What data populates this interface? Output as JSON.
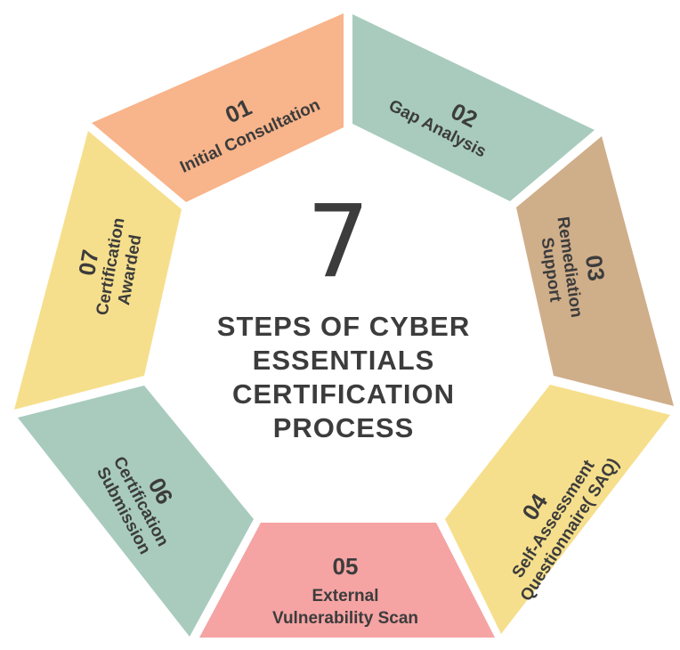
{
  "center": {
    "number": "7",
    "title_lines": [
      "STEPS OF CYBER",
      "ESSENTIALS",
      "CERTIFICATION",
      "PROCESS"
    ]
  },
  "steps": [
    {
      "number": "01",
      "lines": [
        "Initial Consultation"
      ],
      "color": "#F8B48A"
    },
    {
      "number": "02",
      "lines": [
        "Gap Analysis"
      ],
      "color": "#A8CBBE"
    },
    {
      "number": "03",
      "lines": [
        "Remediation",
        "Support"
      ],
      "color": "#CFAE8A"
    },
    {
      "number": "04",
      "lines": [
        "Self-Assessment",
        "Questionnaire( SAQ)"
      ],
      "color": "#F6DF8C"
    },
    {
      "number": "05",
      "lines": [
        "External",
        "Vulnerability Scan"
      ],
      "color": "#F5A3A3"
    },
    {
      "number": "06",
      "lines": [
        "Certification",
        "Submission"
      ],
      "color": "#A8CBBE"
    },
    {
      "number": "07",
      "lines": [
        "Certification",
        "Awarded"
      ],
      "color": "#F6DF8C"
    }
  ]
}
